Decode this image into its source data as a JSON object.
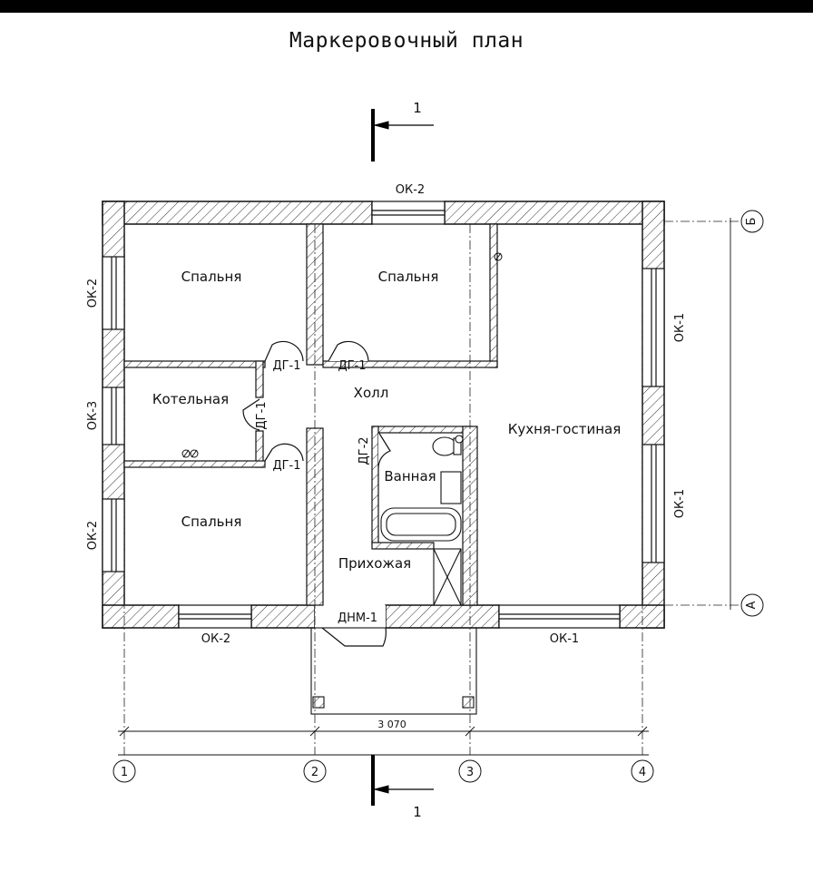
{
  "title": "Маркеровочный план",
  "section_mark": "1",
  "rooms": {
    "bedroom_top_left": "Спальня",
    "bedroom_top_middle": "Спальня",
    "boiler_room": "Котельная",
    "hall": "Холл",
    "kitchen_living": "Кухня-гостиная",
    "bathroom": "Ванная",
    "bedroom_bottom_left": "Спальня",
    "entrance": "Прихожая"
  },
  "windows": {
    "top": "ОК-2",
    "left_upper": "ОК-2",
    "left_middle": "ОК-3",
    "left_lower": "ОК-2",
    "right_upper": "ОК-1",
    "right_lower": "ОК-1",
    "bottom_left": "ОК-2",
    "bottom_right": "ОК-1"
  },
  "doors": {
    "bedroom_left": "ДГ-1",
    "bedroom_middle": "ДГ-1",
    "boiler": "ДГ-1",
    "bedroom_bottom": "ДГ-1",
    "bathroom": "ДГ-2",
    "entrance": "ДНМ-1"
  },
  "dimensions": {
    "porch_width": "3 070"
  },
  "axes": {
    "horizontal": [
      "1",
      "2",
      "3",
      "4"
    ],
    "vertical": [
      "Б",
      "А"
    ]
  }
}
